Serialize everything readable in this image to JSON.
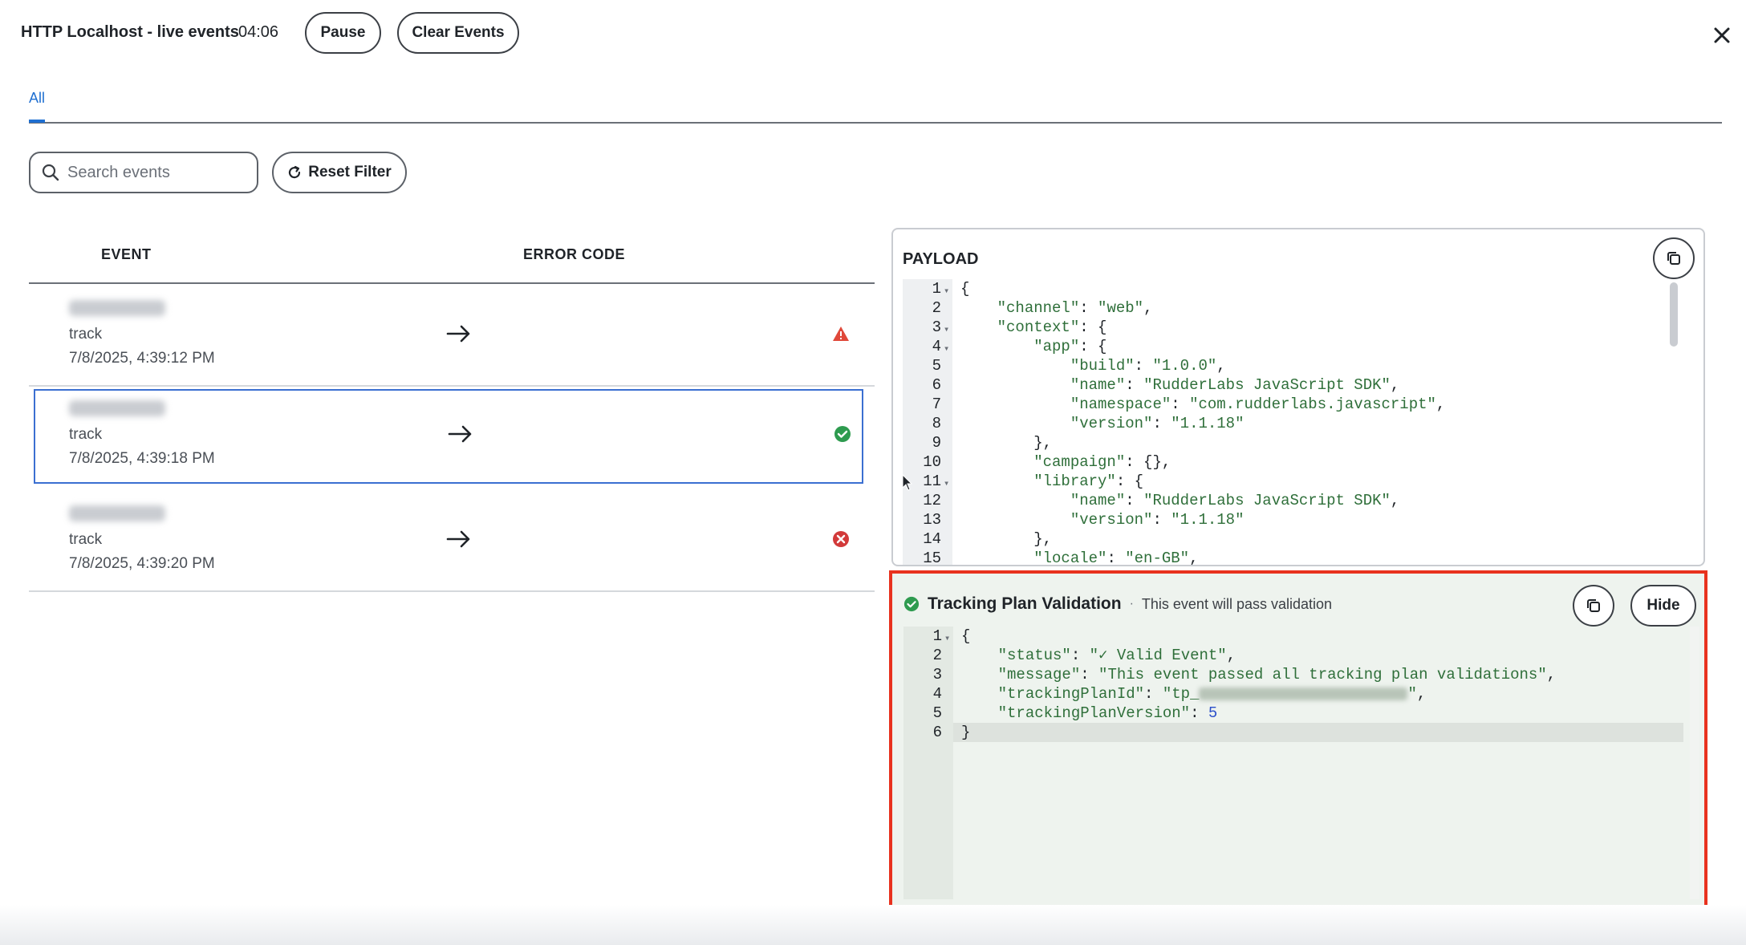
{
  "header": {
    "title": "HTTP Localhost - live events",
    "timer": "04:06",
    "pause_label": "Pause",
    "clear_label": "Clear Events"
  },
  "tabs": [
    {
      "label": "All",
      "active": true
    }
  ],
  "filters": {
    "search_placeholder": "Search events",
    "reset_label": "Reset Filter"
  },
  "events_table": {
    "headers": {
      "event": "EVENT",
      "error_code": "ERROR CODE"
    },
    "rows": [
      {
        "type": "track",
        "timestamp": "7/8/2025, 4:39:12 PM",
        "status": "warning",
        "selected": false
      },
      {
        "type": "track",
        "timestamp": "7/8/2025, 4:39:18 PM",
        "status": "success",
        "selected": true
      },
      {
        "type": "track",
        "timestamp": "7/8/2025, 4:39:20 PM",
        "status": "error",
        "selected": false
      }
    ]
  },
  "payload": {
    "title": "PAYLOAD",
    "lines": [
      {
        "n": "1",
        "text": "{",
        "fold": true
      },
      {
        "n": "2",
        "text": "    \"channel\": \"web\",",
        "fold": false
      },
      {
        "n": "3",
        "text": "    \"context\": {",
        "fold": true
      },
      {
        "n": "4",
        "text": "        \"app\": {",
        "fold": true
      },
      {
        "n": "5",
        "text": "            \"build\": \"1.0.0\",",
        "fold": false
      },
      {
        "n": "6",
        "text": "            \"name\": \"RudderLabs JavaScript SDK\",",
        "fold": false
      },
      {
        "n": "7",
        "text": "            \"namespace\": \"com.rudderlabs.javascript\",",
        "fold": false
      },
      {
        "n": "8",
        "text": "            \"version\": \"1.1.18\"",
        "fold": false
      },
      {
        "n": "9",
        "text": "        },",
        "fold": false
      },
      {
        "n": "10",
        "text": "        \"campaign\": {},",
        "fold": false
      },
      {
        "n": "11",
        "text": "        \"library\": {",
        "fold": true
      },
      {
        "n": "12",
        "text": "            \"name\": \"RudderLabs JavaScript SDK\",",
        "fold": false
      },
      {
        "n": "13",
        "text": "            \"version\": \"1.1.18\"",
        "fold": false
      },
      {
        "n": "14",
        "text": "        },",
        "fold": false
      },
      {
        "n": "15",
        "text": "        \"locale\": \"en-GB\",",
        "fold": false
      }
    ]
  },
  "validation": {
    "title": "Tracking Plan Validation",
    "separator": "·",
    "subtitle": "This event will pass validation",
    "hide_label": "Hide",
    "lines": [
      {
        "n": "1",
        "text": "{",
        "fold": true
      },
      {
        "n": "2",
        "text": "    \"status\": \"✓ Valid Event\",",
        "fold": false
      },
      {
        "n": "3",
        "text": "    \"message\": \"This event passed all tracking plan validations\",",
        "fold": false
      },
      {
        "n": "4",
        "prefix": "    \"trackingPlanId\": \"tp_",
        "suffix": "\",",
        "fold": false
      },
      {
        "n": "5",
        "text": "    \"trackingPlanVersion\": 5",
        "fold": false
      },
      {
        "n": "6",
        "text": "}",
        "fold": false
      }
    ]
  },
  "colors": {
    "accent": "#1f6fd1",
    "warning": "#e0483a",
    "success": "#2e9b4f",
    "error": "#d23a3a",
    "highlight_border": "#e8321e"
  }
}
